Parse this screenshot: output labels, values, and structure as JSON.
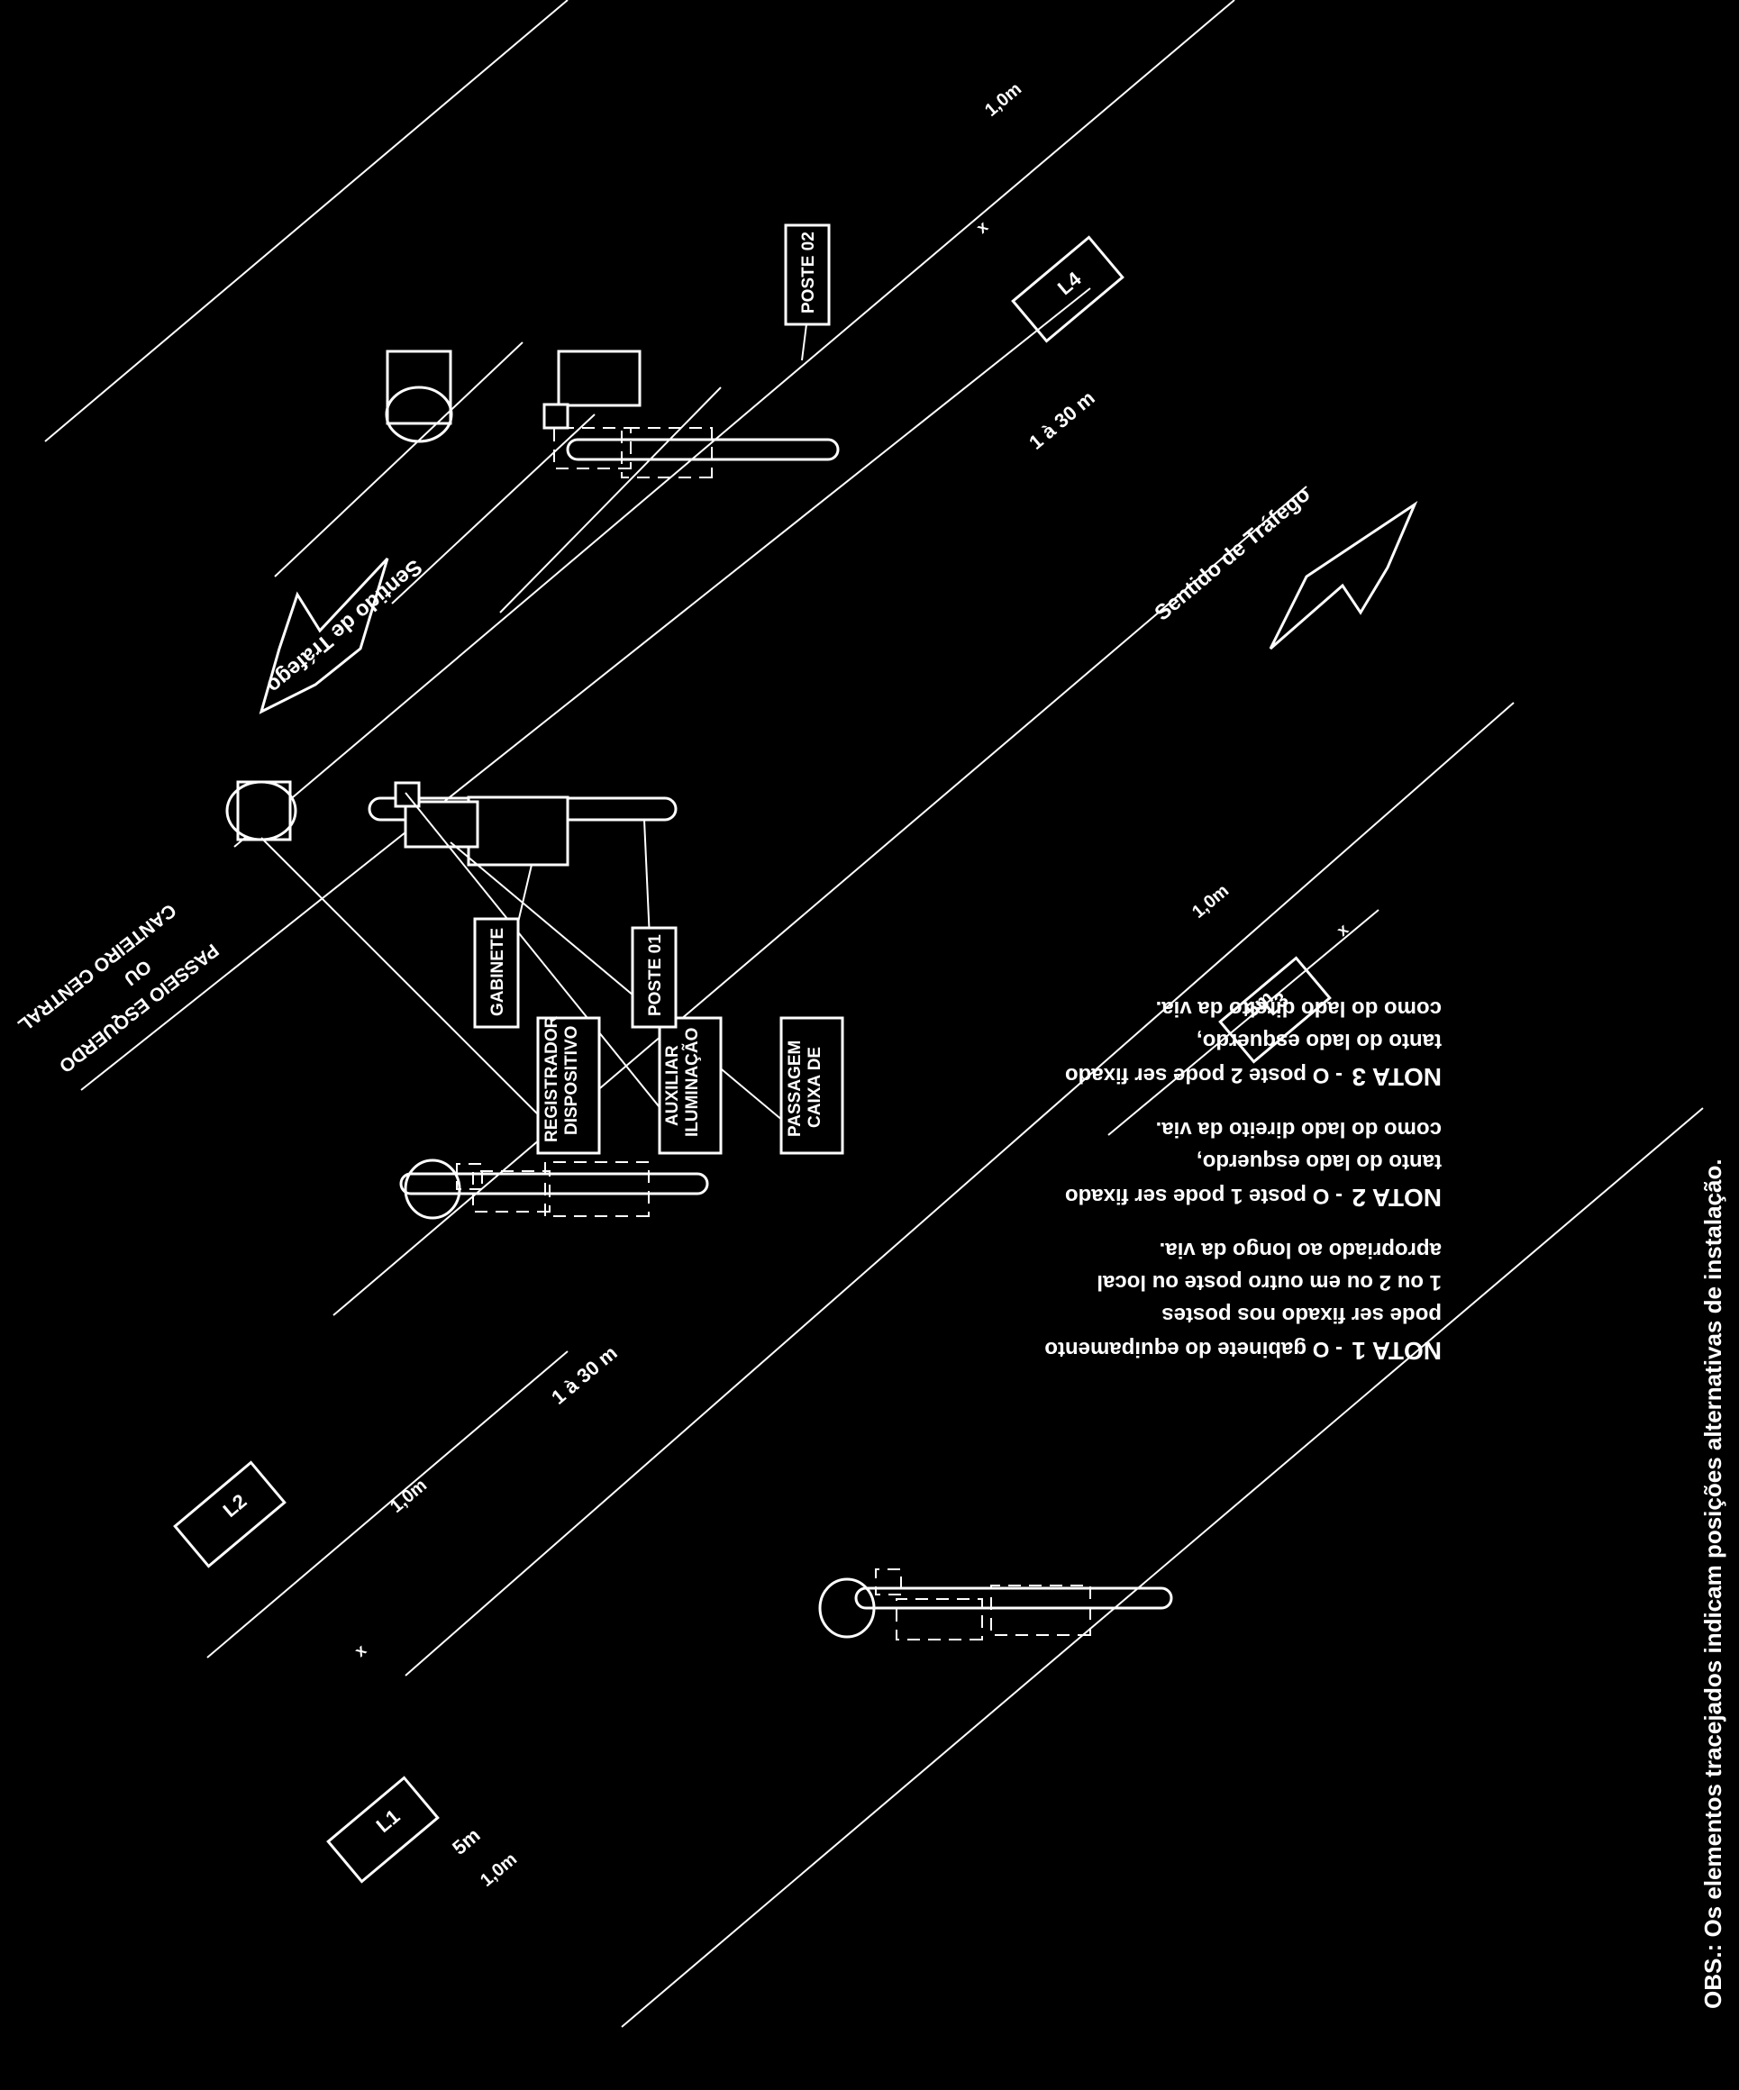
{
  "labels": {
    "dispositivo_registrador": [
      "DISPOSITIVO",
      "REGISTRADOR"
    ],
    "iluminacao_auxiliar": [
      "ILUMINAÇÃO",
      "AUXILIAR"
    ],
    "caixa_de_passagem": [
      "CAIXA DE",
      "PASSAGEM"
    ],
    "gabinete": "GABINETE",
    "poste_01": "POSTE 01",
    "poste_02": "POSTE 02",
    "passeio": [
      "PASSEIO ESQUERDO",
      "OU",
      "CANTEIRO CENTRAL"
    ],
    "sentido": "Sentido de Tráfego"
  },
  "dimensions": {
    "l1": "L1",
    "l2": "L2",
    "l3": "L3",
    "l4": "L4",
    "x": "x",
    "one_m": "1,0m",
    "five_m": "5m",
    "range": "1 à 30 m"
  },
  "notes": {
    "nota1_title": "NOTA 1",
    "nota1_lines": [
      "- O gabinete do equipamento",
      "pode ser fixado nos postes",
      "1 ou 2 ou em outro poste ou local",
      "apropriado ao longo da via."
    ],
    "nota2_title": "NOTA 2",
    "nota2_lines": [
      "- O poste 1 pode ser fixado",
      "tanto do lado esquerdo,",
      "como do lado direito da via."
    ],
    "nota3_title": "NOTA 3",
    "nota3_lines": [
      "- O poste 2 pode ser fixado",
      "tanto do lado esquerdo,",
      "como do lado direito da via."
    ],
    "obs": "OBS.: Os elementos tracejados indicam posições alternativas de instalação."
  }
}
